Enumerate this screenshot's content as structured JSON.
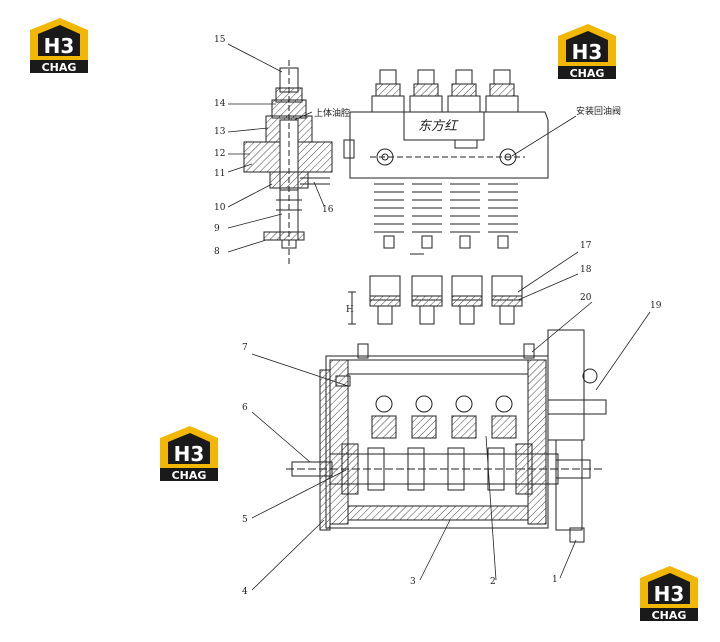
{
  "logos": [
    {
      "text_top": "H3",
      "text_bottom": "CHAG"
    },
    {
      "text_top": "H3",
      "text_bottom": "CHAG"
    },
    {
      "text_top": "H3",
      "text_bottom": "CHAG"
    },
    {
      "text_top": "H3",
      "text_bottom": "CHAG"
    }
  ],
  "colors": {
    "logo_yellow": "#f2b705",
    "logo_dark": "#1a1a1a",
    "line": "#222222",
    "hatch": "#444444"
  },
  "labels": {
    "n15": "15",
    "n14": "14",
    "n13": "13",
    "n12": "12",
    "n11": "11",
    "n10": "10",
    "n9": "9",
    "n8": "8",
    "n16": "16",
    "n17": "17",
    "n18": "18",
    "n20": "20",
    "n19": "19",
    "n7": "7",
    "n6": "6",
    "n5": "5",
    "n4": "4",
    "n3": "3",
    "n2": "2",
    "n1": "1",
    "h": "H",
    "upper_oil_chamber": "上体油腔",
    "return_valve": "安装回油阀",
    "brand": "东方红"
  }
}
